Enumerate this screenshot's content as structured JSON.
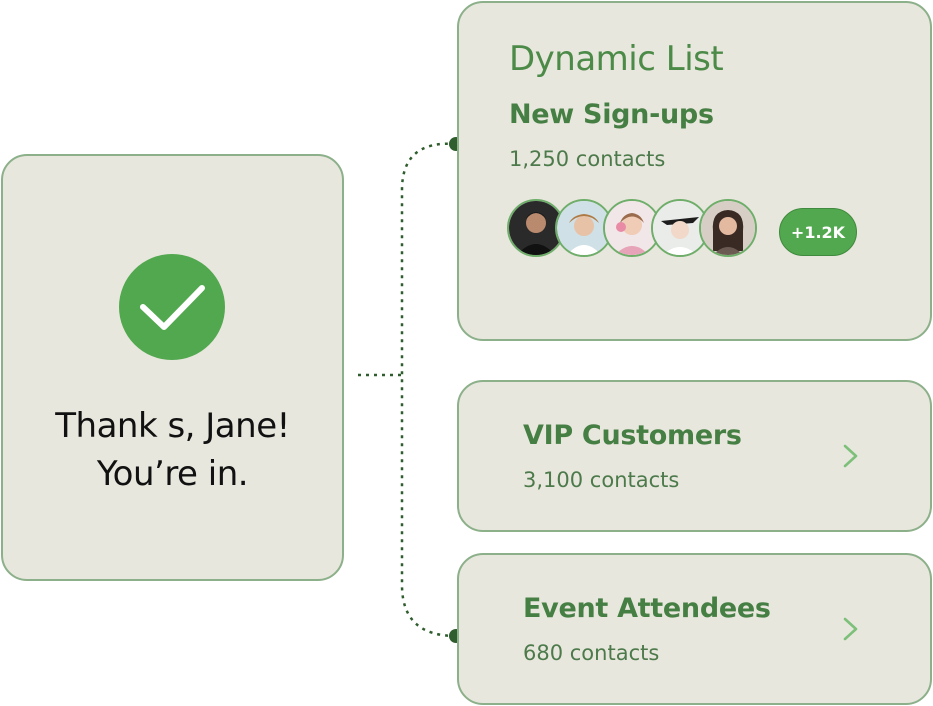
{
  "confirmation": {
    "line1": "Thank s, Jane!",
    "line2": "You’re in.",
    "icon": "checkmark-icon"
  },
  "lists": {
    "dynamic": {
      "title": "Dynamic List",
      "name": "New Sign-ups",
      "count": "1,250 contacts",
      "more_badge": "+1.2K",
      "avatars": [
        "avatar-1",
        "avatar-2",
        "avatar-3",
        "avatar-4",
        "avatar-5"
      ]
    },
    "vip": {
      "name": "VIP Customers",
      "count": "3,100 contacts",
      "icon": "chevron-right-icon"
    },
    "event": {
      "name": "Event Attendees",
      "count": "680 contacts",
      "icon": "chevron-right-icon"
    }
  },
  "colors": {
    "card_bg": "#e8e7dd",
    "card_border": "#8cb08a",
    "accent_green": "#52a84f",
    "text_green": "#467f43",
    "connector": "#2f5d2d"
  }
}
